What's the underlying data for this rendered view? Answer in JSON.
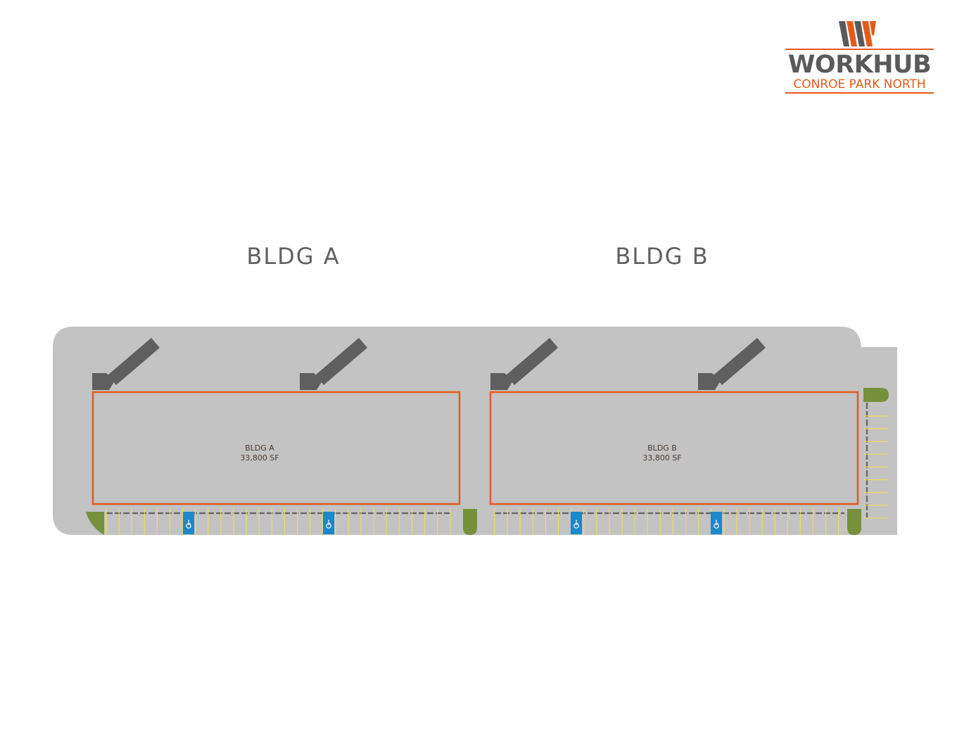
{
  "colors": {
    "site": "#c3c3c3",
    "building_outline": "#e35a1b",
    "dock": "#5f5f5f",
    "landscape": "#76913a",
    "accessible": "#1c88c9",
    "stall_line": "#f0dc5a",
    "curb": "#6a6a6a",
    "heading": "#606060",
    "logo_dark": "#5a5a5a",
    "logo_orange": "#e35a1b",
    "label": "#4a3a32"
  },
  "logo": {
    "icon": "workhub-w-logo-icon",
    "wordmark": "WORKHUB",
    "subtitle": "CONROE PARK NORTH"
  },
  "buildings": [
    {
      "heading": "BLDG A",
      "label": "BLDG A",
      "area": "33,800 SF"
    },
    {
      "heading": "BLDG B",
      "label": "BLDG B",
      "area": "33,800 SF"
    }
  ],
  "icons": {
    "accessible_parking": "wheelchair-icon",
    "dock": "loading-dock-icon"
  }
}
